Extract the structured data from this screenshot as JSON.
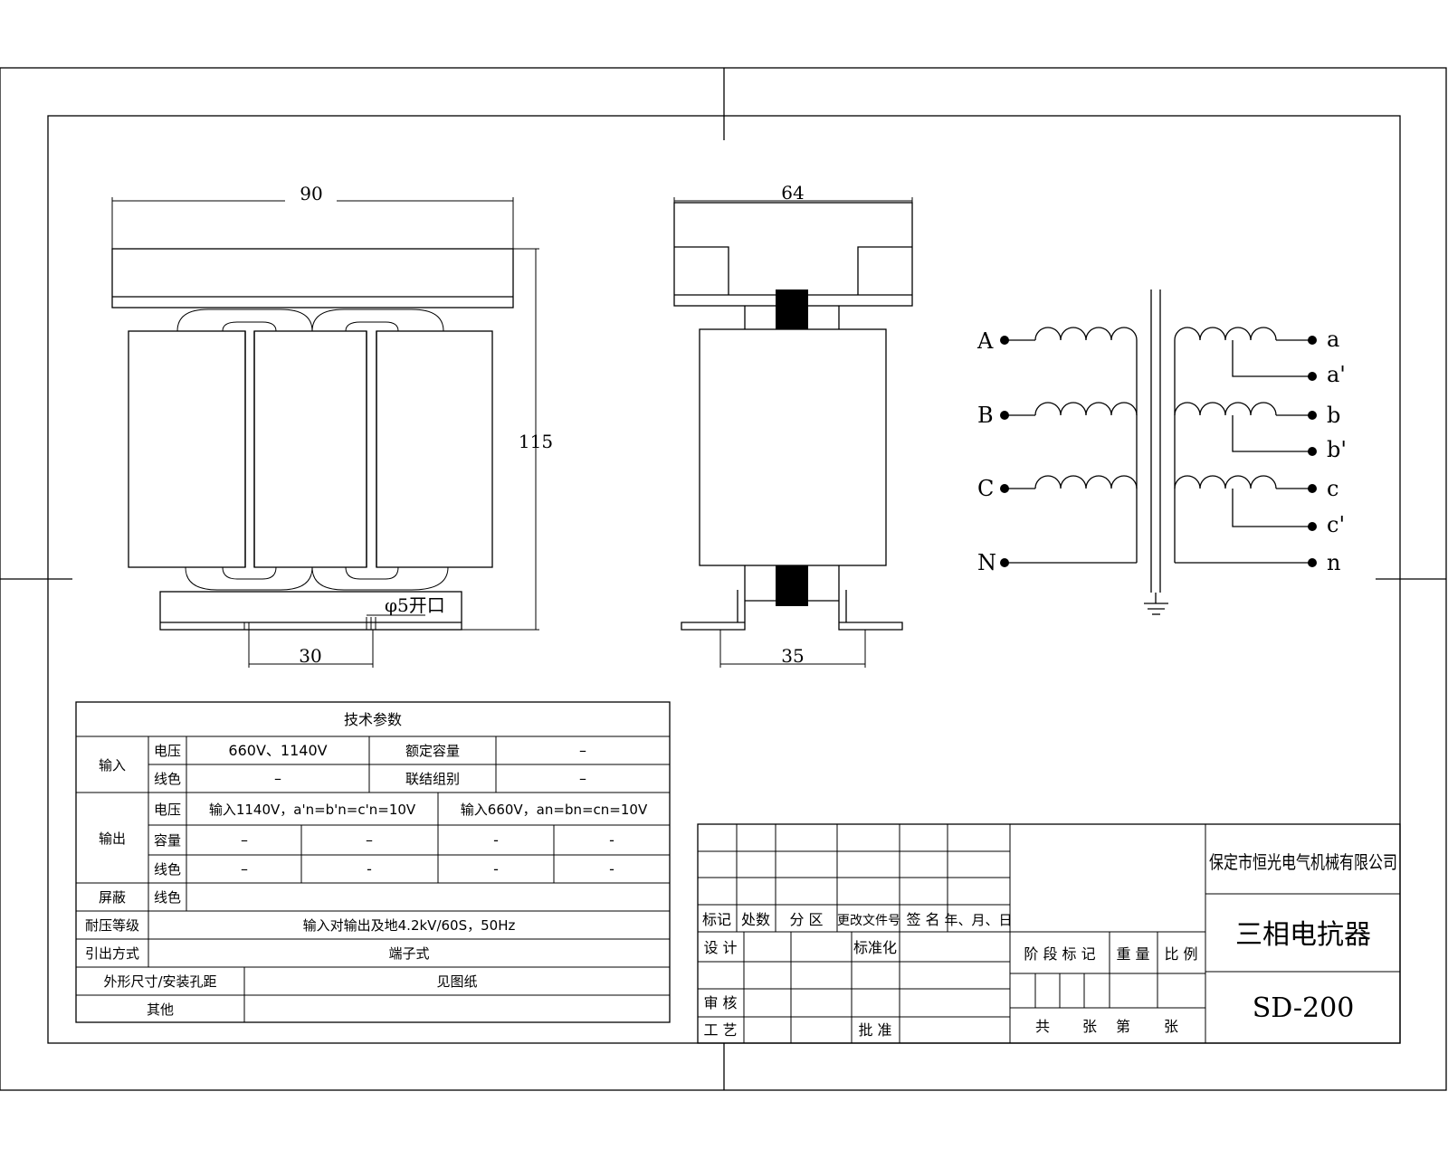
{
  "drawing": {
    "front_view": {
      "width_dim": "90",
      "height_dim": "115",
      "slot_pitch_dim": "30",
      "hole_note": "φ5开口"
    },
    "side_view": {
      "width_dim": "64",
      "mount_dim": "35"
    },
    "schematic": {
      "primary_terminals": [
        "A",
        "B",
        "C",
        "N"
      ],
      "secondary_terminals": [
        "a",
        "a'",
        "b",
        "b'",
        "c",
        "c'",
        "n"
      ]
    }
  },
  "spec_table": {
    "title": "技术参数",
    "input_label": "输入",
    "voltage_label": "电压",
    "input_voltage": "660V、1140V",
    "rated_capacity_label": "额定容量",
    "rated_capacity_value": "–",
    "wire_color_label": "线色",
    "input_wire_color": "–",
    "connection_group_label": "联结组别",
    "connection_group_value": "–",
    "output_label": "输出",
    "output_voltage_1140": "输入1140V，a'n=b'n=c'n=10V",
    "output_voltage_660": "输入660V，an=bn=cn=10V",
    "capacity_label": "容量",
    "output_capacity": [
      "–",
      "–",
      "-",
      "-"
    ],
    "output_wire_color": [
      "–",
      "-",
      "-",
      "-"
    ],
    "shield_label": "屏蔽",
    "shield_wire_color_label": "线色",
    "withstand_label": "耐压等级",
    "withstand_value": "输入对输出及地4.2kV/60S，50Hz",
    "lead_label": "引出方式",
    "lead_value": "端子式",
    "dimension_label": "外形尺寸/安装孔距",
    "dimension_value": "见图纸",
    "other_label": "其他",
    "other_value": ""
  },
  "title_block": {
    "rev_headers": [
      "标记",
      "处数",
      "分 区",
      "更改文件号",
      "签 名",
      "年、月、日"
    ],
    "design_label": "设 计",
    "standardize_label": "标准化",
    "review_label": "审 核",
    "process_label": "工 艺",
    "approve_label": "批 准",
    "stage_label": "阶 段 标 记",
    "weight_label": "重 量",
    "scale_label": "比 例",
    "sheet_total": "共",
    "sheet_zhang1": "张",
    "sheet_di": "第",
    "sheet_zhang2": "张",
    "company": "保定市恒光电气机械有限公司",
    "product_name": "三相电抗器",
    "model": "SD-200"
  }
}
